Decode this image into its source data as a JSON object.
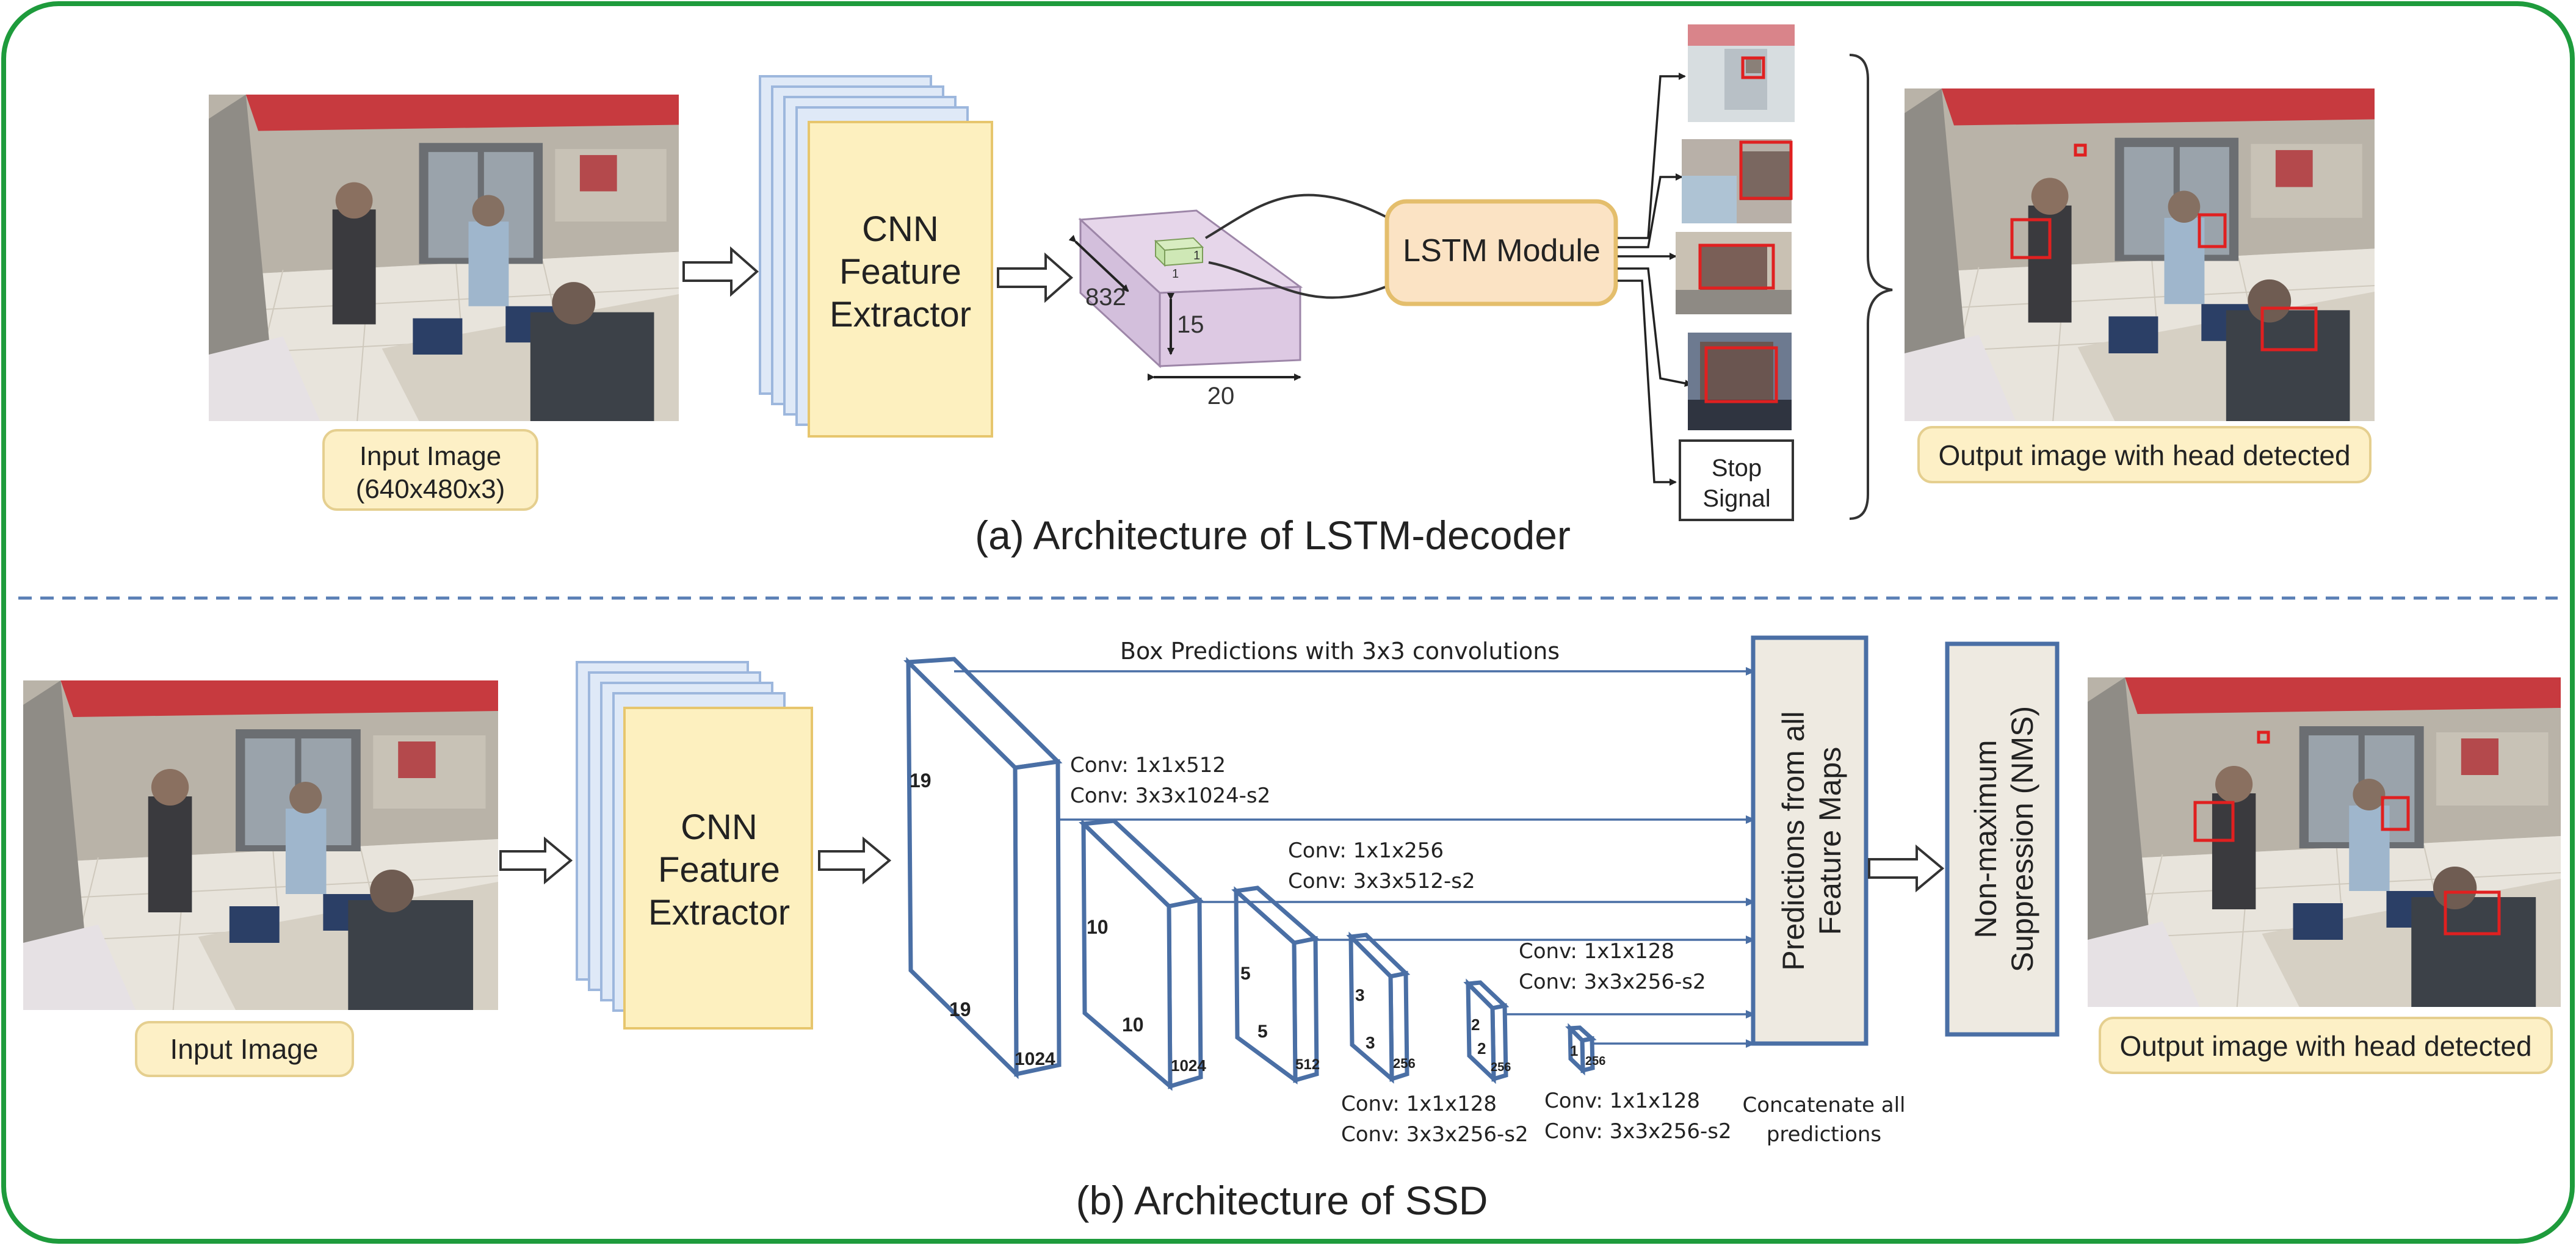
{
  "colors": {
    "frame": "#1e9b3c",
    "divider": "#5a7fb5",
    "cnn_fill": "#fdf0bf",
    "cnn_stroke": "#e7c66d",
    "layer_fill": "#dfe9f7",
    "layer_stroke": "#9db7dd",
    "box_blue": "#4a6fa5",
    "lstm_fill": "#fbe3c4",
    "lstm_stroke": "#e4be6c",
    "tensor_fill": "#ddc9e3",
    "tensor_stroke": "#9d86a8",
    "label_fill": "#fdf0c6",
    "label_stroke": "#e5cf8f",
    "bbox_red": "#e02020",
    "pred_fill": "#eeeae1"
  },
  "lstm": {
    "input_label": [
      "Input Image",
      "(640x480x3)"
    ],
    "cnn_label": [
      "CNN",
      "Feature",
      "Extractor"
    ],
    "tensor": {
      "depth": "832",
      "height": "15",
      "width": "20",
      "cell": "1"
    },
    "lstm_label": "LSTM Module",
    "stop_label": [
      "Stop",
      "Signal"
    ],
    "output_label": "Output image with head detected",
    "caption": "(a) Architecture of LSTM-decoder"
  },
  "ssd": {
    "input_label": "Input Image",
    "cnn_label": [
      "CNN",
      "Feature",
      "Extractor"
    ],
    "box_predictions": "Box Predictions with 3x3 convolutions",
    "blocks": [
      {
        "h": "19",
        "w": "19",
        "d": "1024"
      },
      {
        "h": "10",
        "w": "10",
        "d": "1024"
      },
      {
        "h": "5",
        "w": "5",
        "d": "512"
      },
      {
        "h": "3",
        "w": "3",
        "d": "256"
      },
      {
        "h": "2",
        "w": "2",
        "d": "256"
      },
      {
        "h": "1",
        "w": "",
        "d": "256"
      }
    ],
    "conv_labels": [
      [
        "Conv: 1x1x512",
        "Conv: 3x3x1024-s2"
      ],
      [
        "Conv: 1x1x256",
        "Conv: 3x3x512-s2"
      ],
      [
        "Conv: 1x1x128",
        "Conv: 3x3x256-s2"
      ],
      [
        "Conv: 1x1x128",
        "Conv: 3x3x256-s2"
      ],
      [
        "Conv: 1x1x128",
        "Conv: 3x3x256-s2"
      ]
    ],
    "predictions_label": [
      "Predictions from all",
      "Feature Maps"
    ],
    "nms_label": [
      "Non-maximum",
      "Suppression (NMS)"
    ],
    "concat_label": [
      "Concatenate all",
      "predictions"
    ],
    "output_label": "Output image with head detected",
    "caption": "(b) Architecture of SSD"
  }
}
